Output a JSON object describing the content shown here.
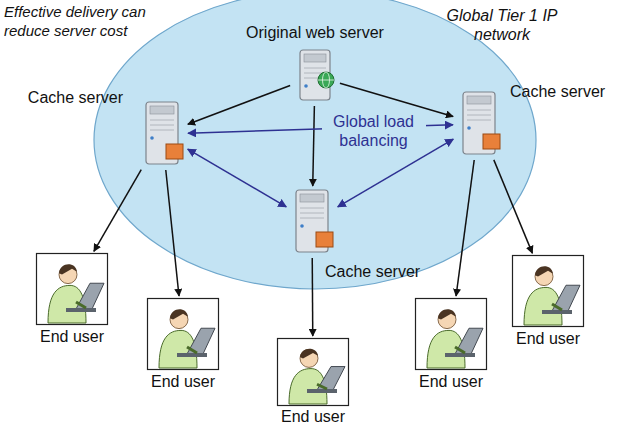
{
  "diagram": {
    "nodes": [
      {
        "text": [
          "Global Tier 1 IP network"
        ]
      },
      {
        "text": [
          "Original web server"
        ],
        "in": 0
      },
      {
        "text": [
          "Cache server"
        ],
        "in": 0
      },
      {
        "text": [
          "Cache server"
        ],
        "in": 0
      },
      {
        "text": [
          "Cache server"
        ],
        "in": 0
      },
      {
        "text": [
          "End user"
        ]
      },
      {
        "text": [
          "End user"
        ]
      },
      {
        "text": [
          "End user"
        ]
      },
      {
        "text": [
          "End user"
        ]
      },
      {
        "text": [
          "End user"
        ]
      }
    ],
    "edges": [
      {
        "from": 1,
        "to": 2,
        "arrow": "to"
      },
      {
        "from": 1,
        "to": 3,
        "arrow": "to"
      },
      {
        "from": 1,
        "to": 4,
        "arrow": "to"
      },
      {
        "from": 2,
        "to": 3,
        "label": "Global load balancing",
        "arrow": "both"
      },
      {
        "from": 2,
        "to": 4,
        "arrow": "both"
      },
      {
        "from": 3,
        "to": 4,
        "arrow": "both"
      },
      {
        "from": 2,
        "to": 5,
        "arrow": "to"
      },
      {
        "from": 2,
        "to": 6,
        "arrow": "to"
      },
      {
        "from": 4,
        "to": 7,
        "arrow": "to"
      },
      {
        "from": 3,
        "to": 8,
        "arrow": "to"
      },
      {
        "from": 3,
        "to": 9,
        "arrow": "to"
      }
    ],
    "labels": [
      "Effective delivery can reduce server cost"
    ]
  }
}
